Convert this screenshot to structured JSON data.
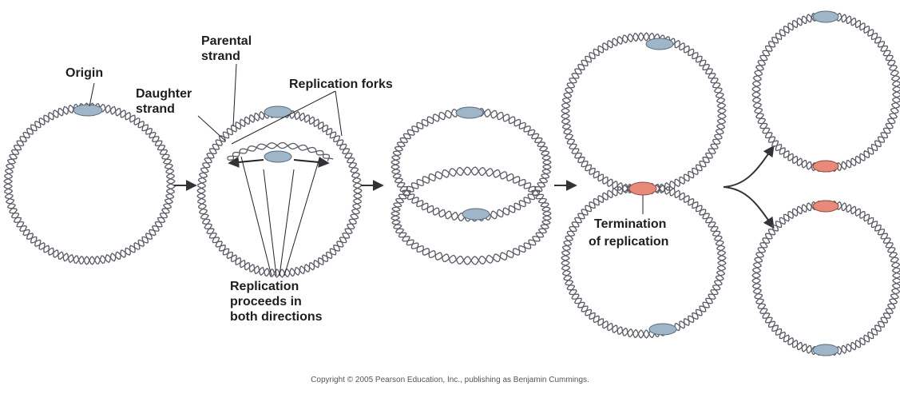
{
  "labels": {
    "origin": "Origin",
    "parental_strand_1": "Parental",
    "parental_strand_2": "strand",
    "daughter_strand_1": "Daughter",
    "daughter_strand_2": "strand",
    "replication_forks": "Replication forks",
    "proceeds_1": "Replication",
    "proceeds_2": "proceeds in",
    "proceeds_3": "both directions",
    "termination_1": "Termination",
    "termination_2": "of replication"
  },
  "copyright": "Copyright © 2005 Pearson Education, Inc., publishing as Benjamin Cummings.",
  "colors": {
    "dna_strand": "#5a5a66",
    "origin_marker": "#9fb6c9",
    "termination_marker": "#e8897a",
    "text": "#1e1e1e"
  }
}
